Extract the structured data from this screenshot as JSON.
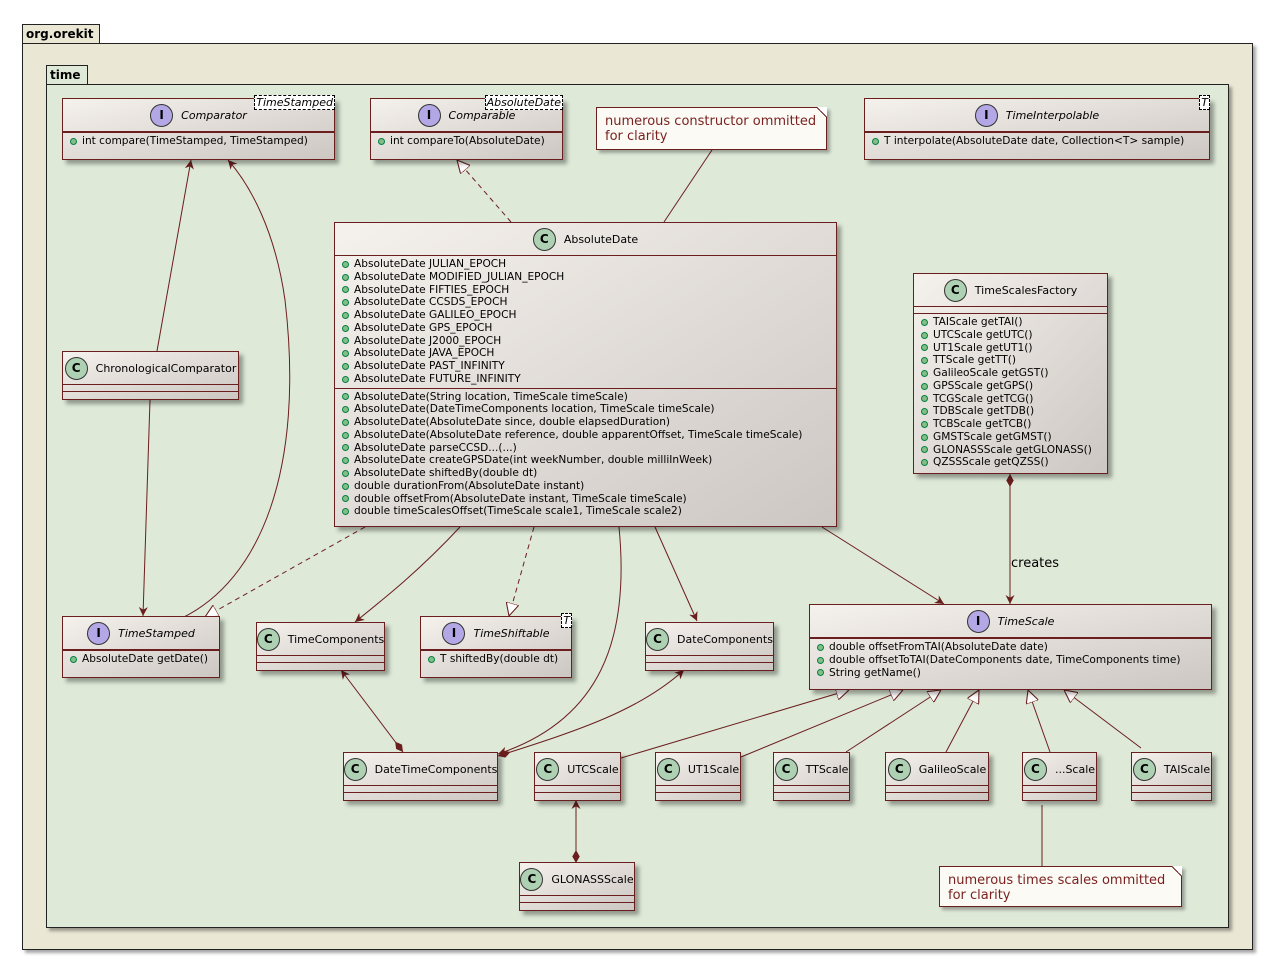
{
  "packages": {
    "outer": "org.orekit",
    "inner": "time"
  },
  "classes": {
    "comparator": {
      "kind": "I",
      "name": "Comparator",
      "generic": "TimeStamped",
      "members": [
        "int  compare(TimeStamped, TimeStamped)"
      ]
    },
    "comparable": {
      "kind": "I",
      "name": "Comparable",
      "generic": "AbsoluteDate",
      "members": [
        "int compareTo(AbsoluteDate)"
      ]
    },
    "interpolable": {
      "kind": "I",
      "name": "TimeInterpolable",
      "generic": "T",
      "members": [
        "T interpolate(AbsoluteDate date, Collection<T> sample)"
      ]
    },
    "absolutedate": {
      "kind": "C",
      "name": "AbsoluteDate",
      "fields": [
        "AbsoluteDate JULIAN_EPOCH",
        "AbsoluteDate MODIFIED_JULIAN_EPOCH",
        "AbsoluteDate FIFTIES_EPOCH",
        "AbsoluteDate CCSDS_EPOCH",
        "AbsoluteDate GALILEO_EPOCH",
        "AbsoluteDate GPS_EPOCH",
        "AbsoluteDate J2000_EPOCH",
        "AbsoluteDate JAVA_EPOCH",
        "AbsoluteDate PAST_INFINITY",
        "AbsoluteDate FUTURE_INFINITY"
      ],
      "methods": [
        "AbsoluteDate(String location, TimeScale timeScale)",
        "AbsoluteDate(DateTimeComponents location, TimeScale timeScale)",
        "AbsoluteDate(AbsoluteDate since, double elapsedDuration)",
        "AbsoluteDate(AbsoluteDate reference, double apparentOffset, TimeScale timeScale)",
        "AbsoluteDate parseCCSD...(...)",
        "AbsoluteDate createGPSDate(int weekNumber, double milliInWeek)",
        "AbsoluteDate shiftedBy(double dt)",
        "double durationFrom(AbsoluteDate instant)",
        "double offsetFrom(AbsoluteDate instant, TimeScale timeScale)",
        "double timeScalesOffset(TimeScale scale1, TimeScale scale2)"
      ]
    },
    "factory": {
      "kind": "C",
      "name": "TimeScalesFactory",
      "methods": [
        "TAIScale getTAI()",
        "UTCScale getUTC()",
        "UT1Scale getUT1()",
        "TTScale getTT()",
        "GalileoScale getGST()",
        "GPSScale getGPS()",
        "TCGScale getTCG()",
        "TDBScale getTDB()",
        "TCBScale getTCB()",
        "GMSTScale getGMST()",
        "GLONASSScale getGLONASS()",
        "QZSSScale getQZSS()"
      ]
    },
    "chrono": {
      "kind": "C",
      "name": "ChronologicalComparator"
    },
    "timestamped": {
      "kind": "I",
      "name": "TimeStamped",
      "members": [
        "AbsoluteDate getDate()"
      ]
    },
    "timecomponents": {
      "kind": "C",
      "name": "TimeComponents"
    },
    "shiftable": {
      "kind": "I",
      "name": "TimeShiftable",
      "generic": "T",
      "members": [
        "T shiftedBy(double dt)"
      ]
    },
    "datecomponents": {
      "kind": "C",
      "name": "DateComponents"
    },
    "timescale": {
      "kind": "I",
      "name": "TimeScale",
      "members": [
        "double offsetFromTAI(AbsoluteDate date)",
        "double offsetToTAI(DateComponents date, TimeComponents time)",
        "String getName()"
      ]
    },
    "datetimecomponents": {
      "kind": "C",
      "name": "DateTimeComponents"
    },
    "utc": {
      "kind": "C",
      "name": "UTCScale"
    },
    "ut1": {
      "kind": "C",
      "name": "UT1Scale"
    },
    "tt": {
      "kind": "C",
      "name": "TTScale"
    },
    "galileo": {
      "kind": "C",
      "name": "GalileoScale"
    },
    "etc": {
      "kind": "C",
      "name": "...Scale"
    },
    "tai": {
      "kind": "C",
      "name": "TAIScale"
    },
    "glonass": {
      "kind": "C",
      "name": "GLONASSScale"
    }
  },
  "notes": {
    "constructor_note": [
      "numerous constructor ommitted",
      "for clarity"
    ],
    "scales_note": [
      "numerous times scales ommitted",
      "for clarity"
    ]
  },
  "edge_labels": {
    "creates": "creates"
  },
  "colors": {
    "line": "#6b1e1e",
    "class_circle": "#add1b2",
    "interface_circle": "#b4a7e5",
    "visibility_dot": "#84be84"
  }
}
